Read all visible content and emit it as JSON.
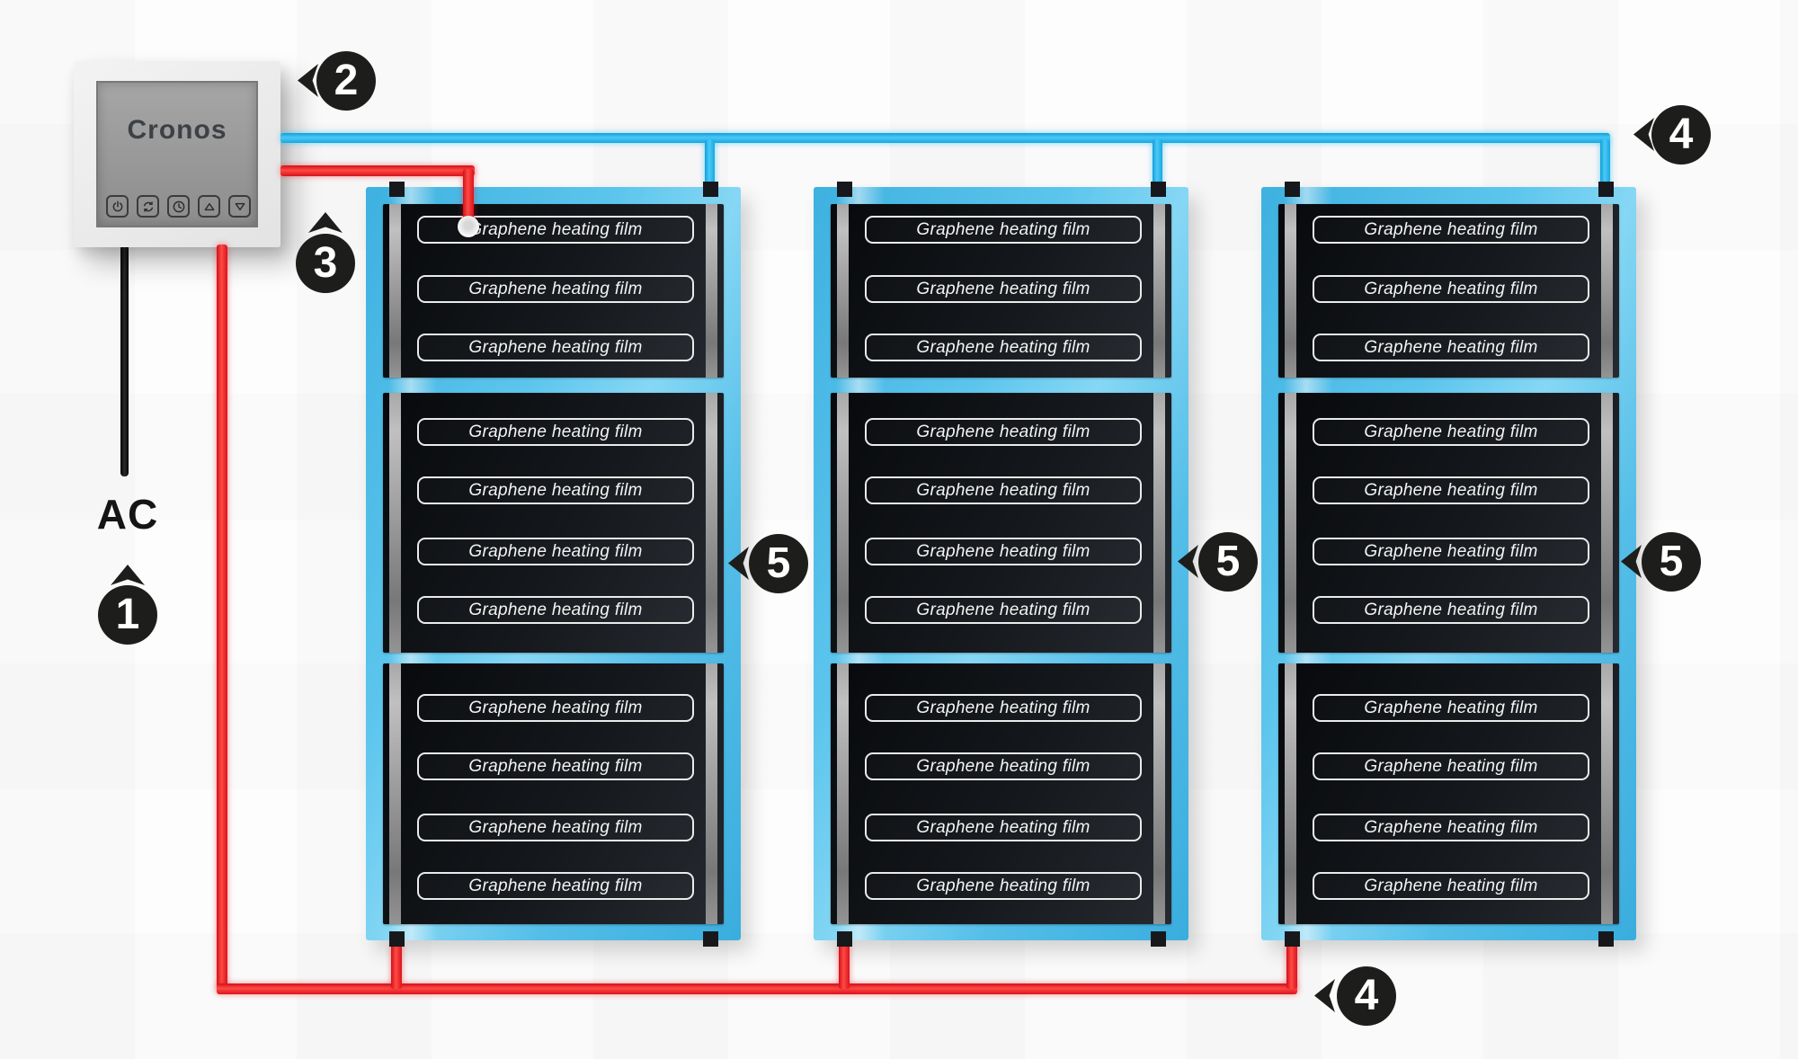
{
  "device": {
    "brand": "Cronos",
    "buttons": [
      {
        "name": "power"
      },
      {
        "name": "sync"
      },
      {
        "name": "timer"
      },
      {
        "name": "up"
      },
      {
        "name": "down"
      }
    ]
  },
  "ac_label": "AC",
  "panels": {
    "count": 3,
    "strip_label": "Graphene heating film",
    "sections_strips": [
      3,
      4,
      4
    ]
  },
  "callouts": {
    "one": "1",
    "two": "2",
    "three": "3",
    "four": "4",
    "five": "5"
  },
  "colors": {
    "live_wire_red": "#f2202a",
    "neutral_wire_blue": "#29b9ef",
    "panel_blue": "#56c0e9",
    "film_black": "#14171b",
    "busbar_gray": "#9a9a9a",
    "callout_black": "#1d1d1b",
    "thermostat_frame": "#ececec",
    "thermostat_screen": "#979797"
  }
}
